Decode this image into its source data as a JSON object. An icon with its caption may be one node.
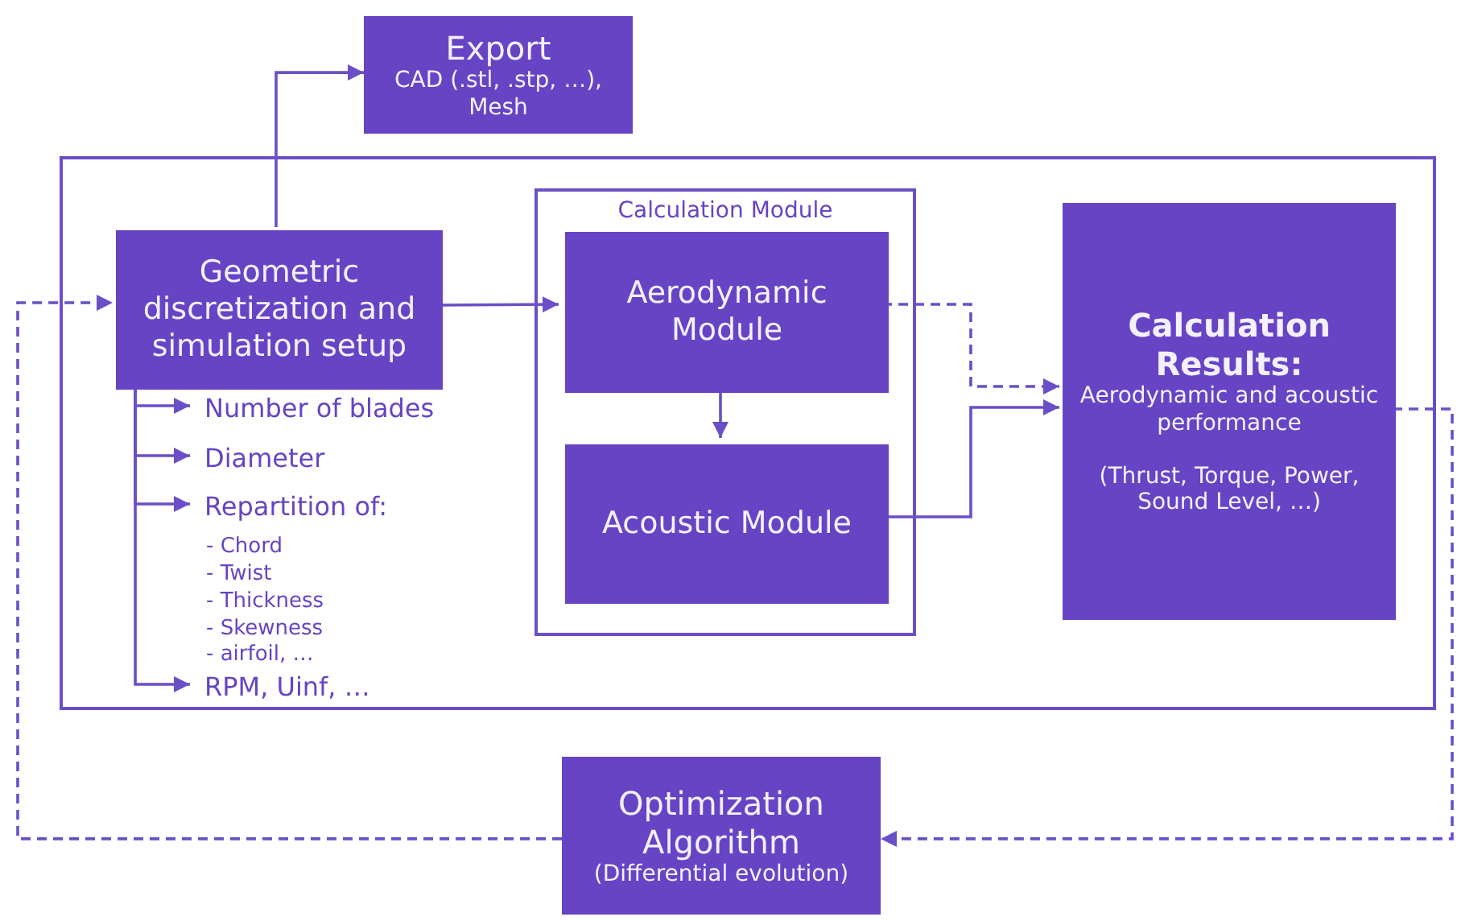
{
  "diagram": {
    "nodes": [
      {
        "text": [
          "Export",
          "CAD (.stl, .stp, …), Mesh"
        ]
      },
      {
        "text": [],
        "shape": "box"
      },
      {
        "text": [
          "Geometric discretization and simulation setup"
        ],
        "in": 1
      },
      {
        "text": [
          "Calculation Module"
        ],
        "in": 1
      },
      {
        "text": [
          "Aerodynamic Module"
        ],
        "in": 3
      },
      {
        "text": [
          "Acoustic Module"
        ],
        "in": 3
      },
      {
        "text": [
          "Calculation Results:",
          "Aerodynamic and acoustic performance",
          "(Thrust, Torque, Power, Sound Level, …)"
        ],
        "in": 1
      },
      {
        "text": [
          "Number of blades"
        ],
        "in": 1
      },
      {
        "text": [
          "Diameter"
        ],
        "in": 1
      },
      {
        "text": [
          "Repartition of:"
        ],
        "in": 1
      },
      {
        "text": [
          "RPM, Uinf, …"
        ],
        "in": 1
      },
      {
        "text": [
          "Optimization Algorithm",
          "(Differential evolution)"
        ]
      }
    ],
    "edges": [
      {
        "from": 2,
        "to": 0,
        "arrow": "to"
      },
      {
        "from": 2,
        "to": 4,
        "arrow": "to"
      },
      {
        "from": 4,
        "to": 6,
        "arrow": "to",
        "style": "dashed"
      },
      {
        "from": 4,
        "to": 5,
        "arrow": "to"
      },
      {
        "from": 5,
        "to": 6,
        "arrow": "to"
      },
      {
        "from": 6,
        "to": 11,
        "arrow": "to",
        "style": "dashed"
      },
      {
        "from": 11,
        "to": 2,
        "arrow": "to",
        "style": "dashed"
      },
      {
        "from": 2,
        "to": 7,
        "arrow": "to"
      },
      {
        "from": 2,
        "to": 8,
        "arrow": "to"
      },
      {
        "from": 2,
        "to": 9,
        "arrow": "to"
      },
      {
        "from": 2,
        "to": 10,
        "arrow": "to"
      }
    ],
    "labels": [
      "- Chord",
      "- Twist",
      "- Thickness",
      "- Skewness",
      "- airfoil, …"
    ]
  }
}
